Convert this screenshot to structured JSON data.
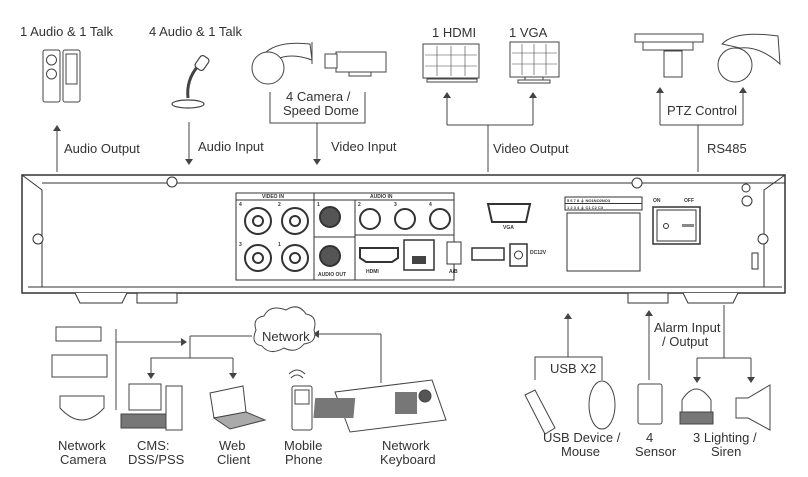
{
  "top_devices": {
    "audio_out_device": "1 Audio  & 1 Talk",
    "audio_in_device": "4 Audio & 1 Talk",
    "camera_line1": "4 Camera /",
    "camera_line2": "Speed Dome",
    "hdmi_monitor": "1 HDMI",
    "vga_monitor": "1 VGA",
    "ptz_label": "PTZ Control"
  },
  "top_connections": {
    "audio_output": "Audio  Output",
    "audio_input": "Audio  Input",
    "video_input": "Video Input",
    "video_output": "Video Output",
    "rs485": "RS485"
  },
  "panel": {
    "video_in": "VIDEO IN",
    "audio_in": "AUDIO IN",
    "audio_out": "AUDIO OUT",
    "hdmi": "HDMI",
    "vga": "VGA",
    "ab": "A/B",
    "dc": "DC12V",
    "on": "ON",
    "off": "OFF",
    "video_ports": [
      "4",
      "2",
      "3",
      "1"
    ],
    "audio_ports": [
      "1",
      "2",
      "3",
      "4"
    ],
    "alarm_top": "5 6 7 8 ⏚ NO1NO2NO3",
    "alarm_bottom": "1 2 3 4 ⏚ C1 C2 C3"
  },
  "bottom_devices": {
    "network": "Network",
    "network_camera_1": "Network",
    "network_camera_2": "Camera",
    "cms_1": "CMS:",
    "cms_2": "DSS/PSS",
    "web_1": "Web",
    "web_2": "Client",
    "mobile_1": "Mobile",
    "mobile_2": "Phone",
    "keyboard_1": "Network",
    "keyboard_2": "Keyboard",
    "usb_x2": "USB X2",
    "usb_device_1": "USB Device /",
    "usb_device_2": "Mouse",
    "alarm_io_1": "Alarm Input",
    "alarm_io_2": "/ Output",
    "sensor_1": "4",
    "sensor_2": "Sensor",
    "lighting_1": "3 Lighting /",
    "lighting_2": "Siren"
  }
}
